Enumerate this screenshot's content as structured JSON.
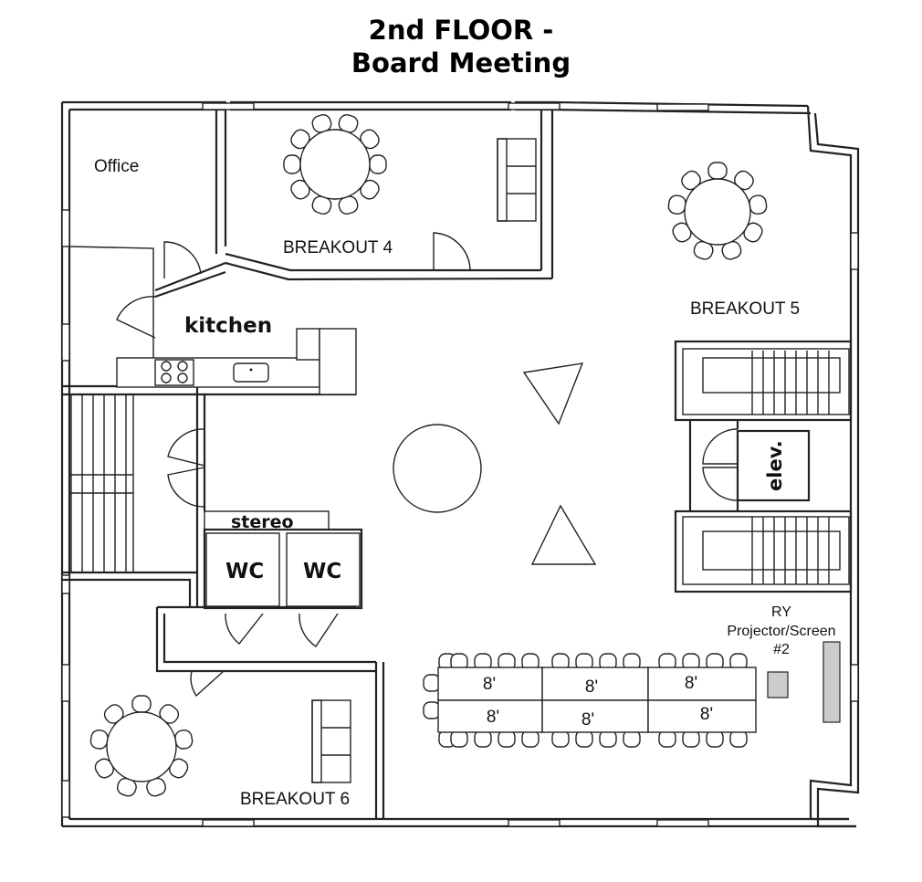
{
  "header": {
    "title_line1": "2nd FLOOR -",
    "title_line2": "Board Meeting"
  },
  "rooms": {
    "office": "Office",
    "breakout4": "BREAKOUT 4",
    "breakout5": "BREAKOUT 5",
    "breakout6": "BREAKOUT 6",
    "kitchen": "kitchen",
    "stereo": "stereo",
    "wc_left": "WC",
    "wc_right": "WC",
    "elevator": "elev."
  },
  "equipment": {
    "ry": "RY",
    "projector": "Projector/Screen",
    "projector_num": "#2"
  },
  "tables": {
    "top_row": [
      "8'",
      "8'",
      "8'"
    ],
    "bottom_row": [
      "8'",
      "8'",
      "8'"
    ]
  },
  "colors": {
    "wall": "#222222",
    "fixture_gray": "#cccccc"
  }
}
